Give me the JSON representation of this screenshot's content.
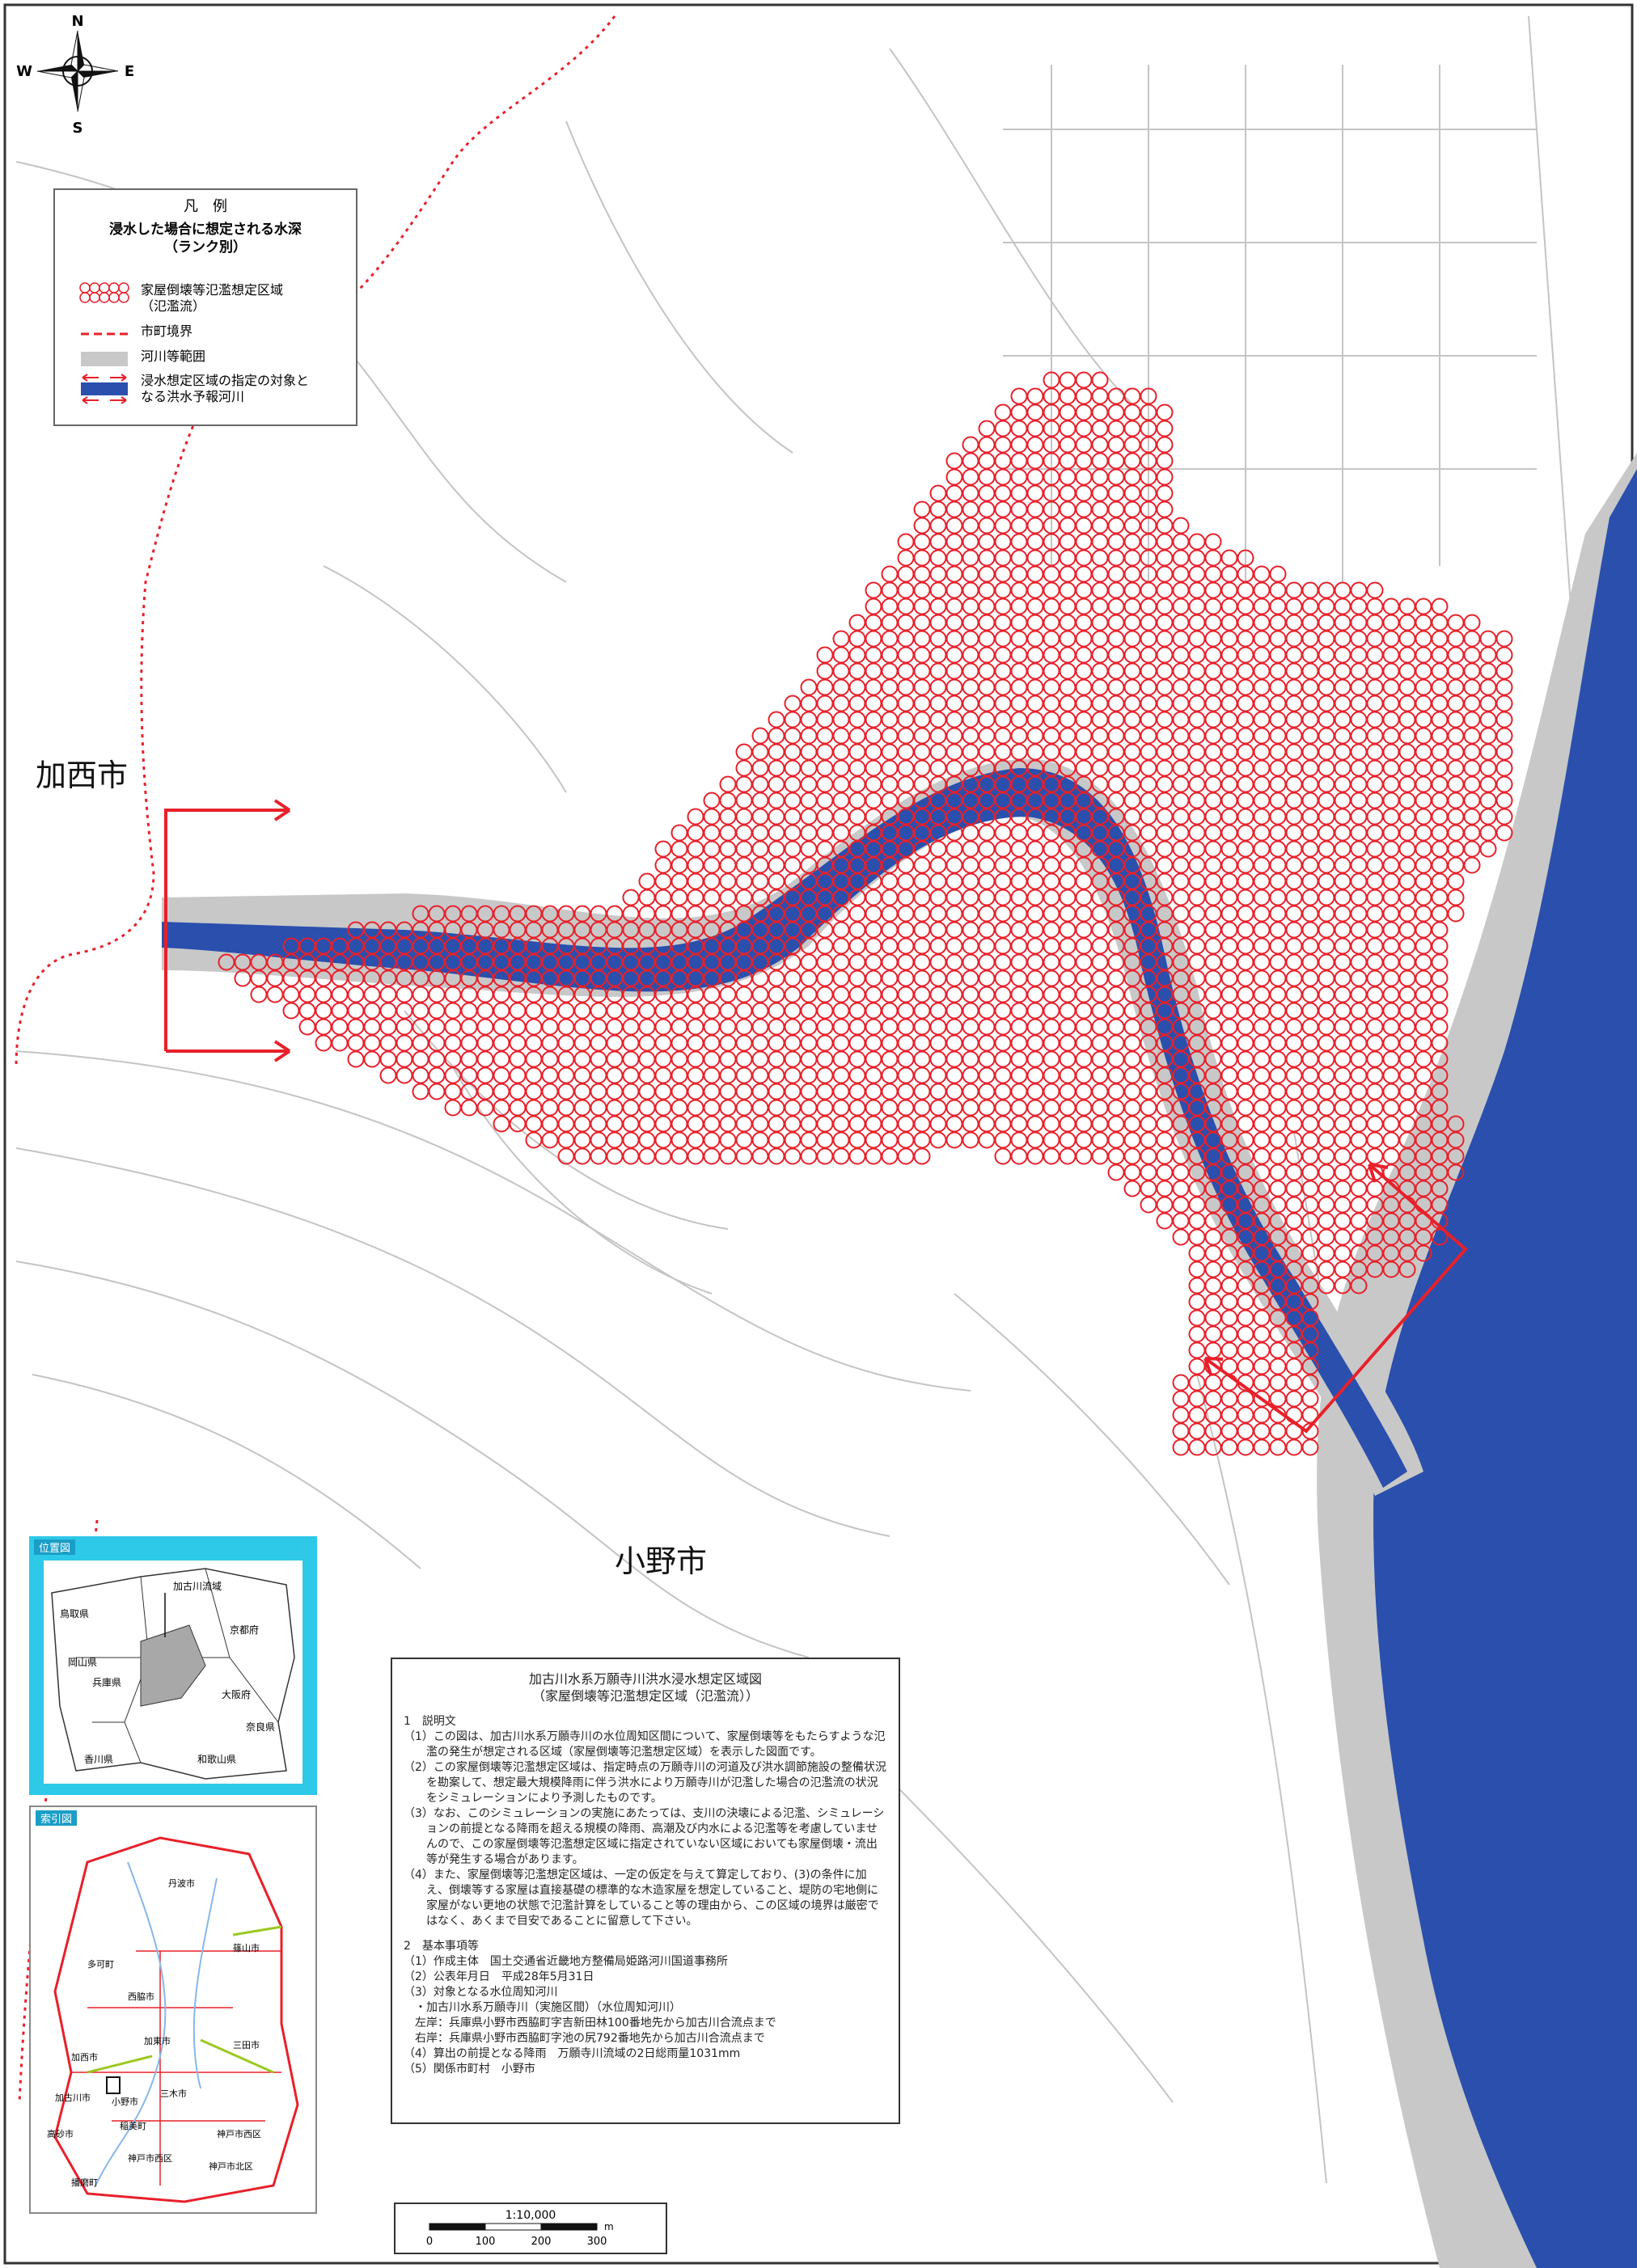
{
  "compass": {
    "north": "N",
    "south": "S",
    "east": "E",
    "west": "W"
  },
  "legend": {
    "heading": "凡　例",
    "subtitle_line1": "浸水した場合に想定される水深",
    "subtitle_line2": "（ランク別）",
    "items": [
      {
        "label_line1": "家屋倒壊等氾濫想定区域",
        "label_line2": "（氾濫流）",
        "symbol": "red-circles"
      },
      {
        "label_line1": "市町境界",
        "label_line2": "",
        "symbol": "red-dashed-line"
      },
      {
        "label_line1": "河川等範囲",
        "label_line2": "",
        "symbol": "gray-band"
      },
      {
        "label_line1": "浸水想定区域の指定の対象と",
        "label_line2": "なる洪水予報河川",
        "symbol": "blue-band-with-arrows"
      }
    ]
  },
  "places": {
    "kasai": "加西市",
    "ono": "小野市"
  },
  "infobox": {
    "title_line1": "加古川水系万願寺川洪水浸水想定区域図",
    "title_line2": "（家屋倒壊等氾濫想定区域（氾濫流））",
    "section1_title": "1　説明文",
    "s1_items": [
      "（1）この図は、加古川水系万願寺川の水位周知区間について、家屋倒壊等をもたらすような氾濫の発生が想定される区域（家屋倒壊等氾濫想定区域）を表示した図面です。",
      "（2）この家屋倒壊等氾濫想定区域は、指定時点の万願寺川の河道及び洪水調節施設の整備状況を勘案して、想定最大規模降雨に伴う洪水により万願寺川が氾濫した場合の氾濫流の状況をシミュレーションにより予測したものです。",
      "（3）なお、このシミュレーションの実施にあたっては、支川の決壊による氾濫、シミュレーションの前提となる降雨を超える規模の降雨、高潮及び内水による氾濫等を考慮していませんので、この家屋倒壊等氾濫想定区域に指定されていない区域においても家屋倒壊・流出等が発生する場合があります。",
      "（4）また、家屋倒壊等氾濫想定区域は、一定の仮定を与えて算定しており、(3)の条件に加え、倒壊等する家屋は直接基礎の標準的な木造家屋を想定していること、堤防の宅地側に家屋がない更地の状態で氾濫計算をしていること等の理由から、この区域の境界は厳密ではなく、あくまで目安であることに留意して下さい。"
    ],
    "section2_title": "2　基本事項等",
    "s2_items": [
      "（1）作成主体　国土交通省近畿地方整備局姫路河川国道事務所",
      "（2）公表年月日　平成28年5月31日",
      "（3）対象となる水位周知河川",
      "　・加古川水系万願寺川（実施区間）（水位周知河川）",
      "　左岸：兵庫県小野市西脇町字吉新田林100番地先から加古川合流点まで",
      "　右岸：兵庫県小野市西脇町字池の尻792番地先から加古川合流点まで",
      "（4）算出の前提となる降雨　万願寺川流域の2日総雨量1031mm",
      "（5）関係市町村　小野市"
    ]
  },
  "inset_location": {
    "title": "位置図",
    "labels": [
      "鳥取県",
      "岡山県",
      "兵庫県",
      "加古川流域",
      "京都府",
      "大阪府",
      "奈良県",
      "和歌山県",
      "香川県"
    ]
  },
  "inset_index": {
    "title": "索引図",
    "labels": [
      "丹波市",
      "篠山市",
      "多可町",
      "西脇市",
      "加東市",
      "三田市",
      "加西市",
      "小野市",
      "三木市",
      "神戸市西区",
      "加古川市",
      "稲美町",
      "神戸市西区",
      "高砂市",
      "播磨町",
      "神戸市北区"
    ]
  },
  "scale": {
    "ratio": "1:10,000",
    "ticks": [
      "0",
      "100",
      "200",
      "300"
    ],
    "unit": "m"
  },
  "colors": {
    "river": "#2a4fad",
    "flood": "#e8202a",
    "riverbed": "#c8c8c8",
    "boundary": "#e8202a",
    "inset_bg": "#2ec8e8"
  }
}
